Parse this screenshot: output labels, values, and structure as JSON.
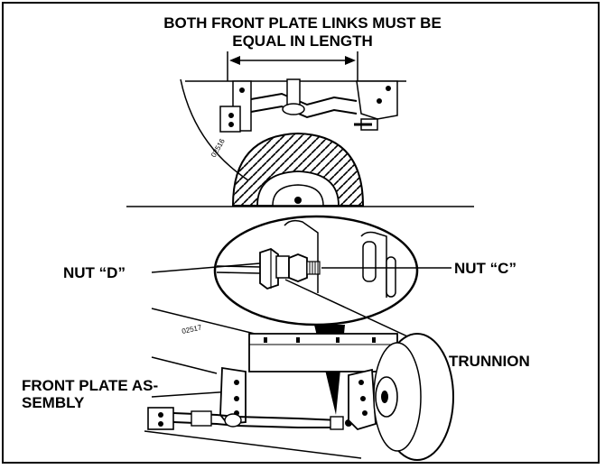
{
  "figure": {
    "title_line1": "BOTH FRONT PLATE LINKS MUST BE",
    "title_line2": "EQUAL IN LENGTH",
    "top_fig_code": "02516",
    "bottom_fig_code": "02517",
    "labels": {
      "nut_d": "NUT “D”",
      "nut_c": "NUT “C”",
      "trunnion": "TRUNNION",
      "front_plate_line1": "FRONT PLATE AS-",
      "front_plate_line2": "SEMBLY"
    }
  }
}
